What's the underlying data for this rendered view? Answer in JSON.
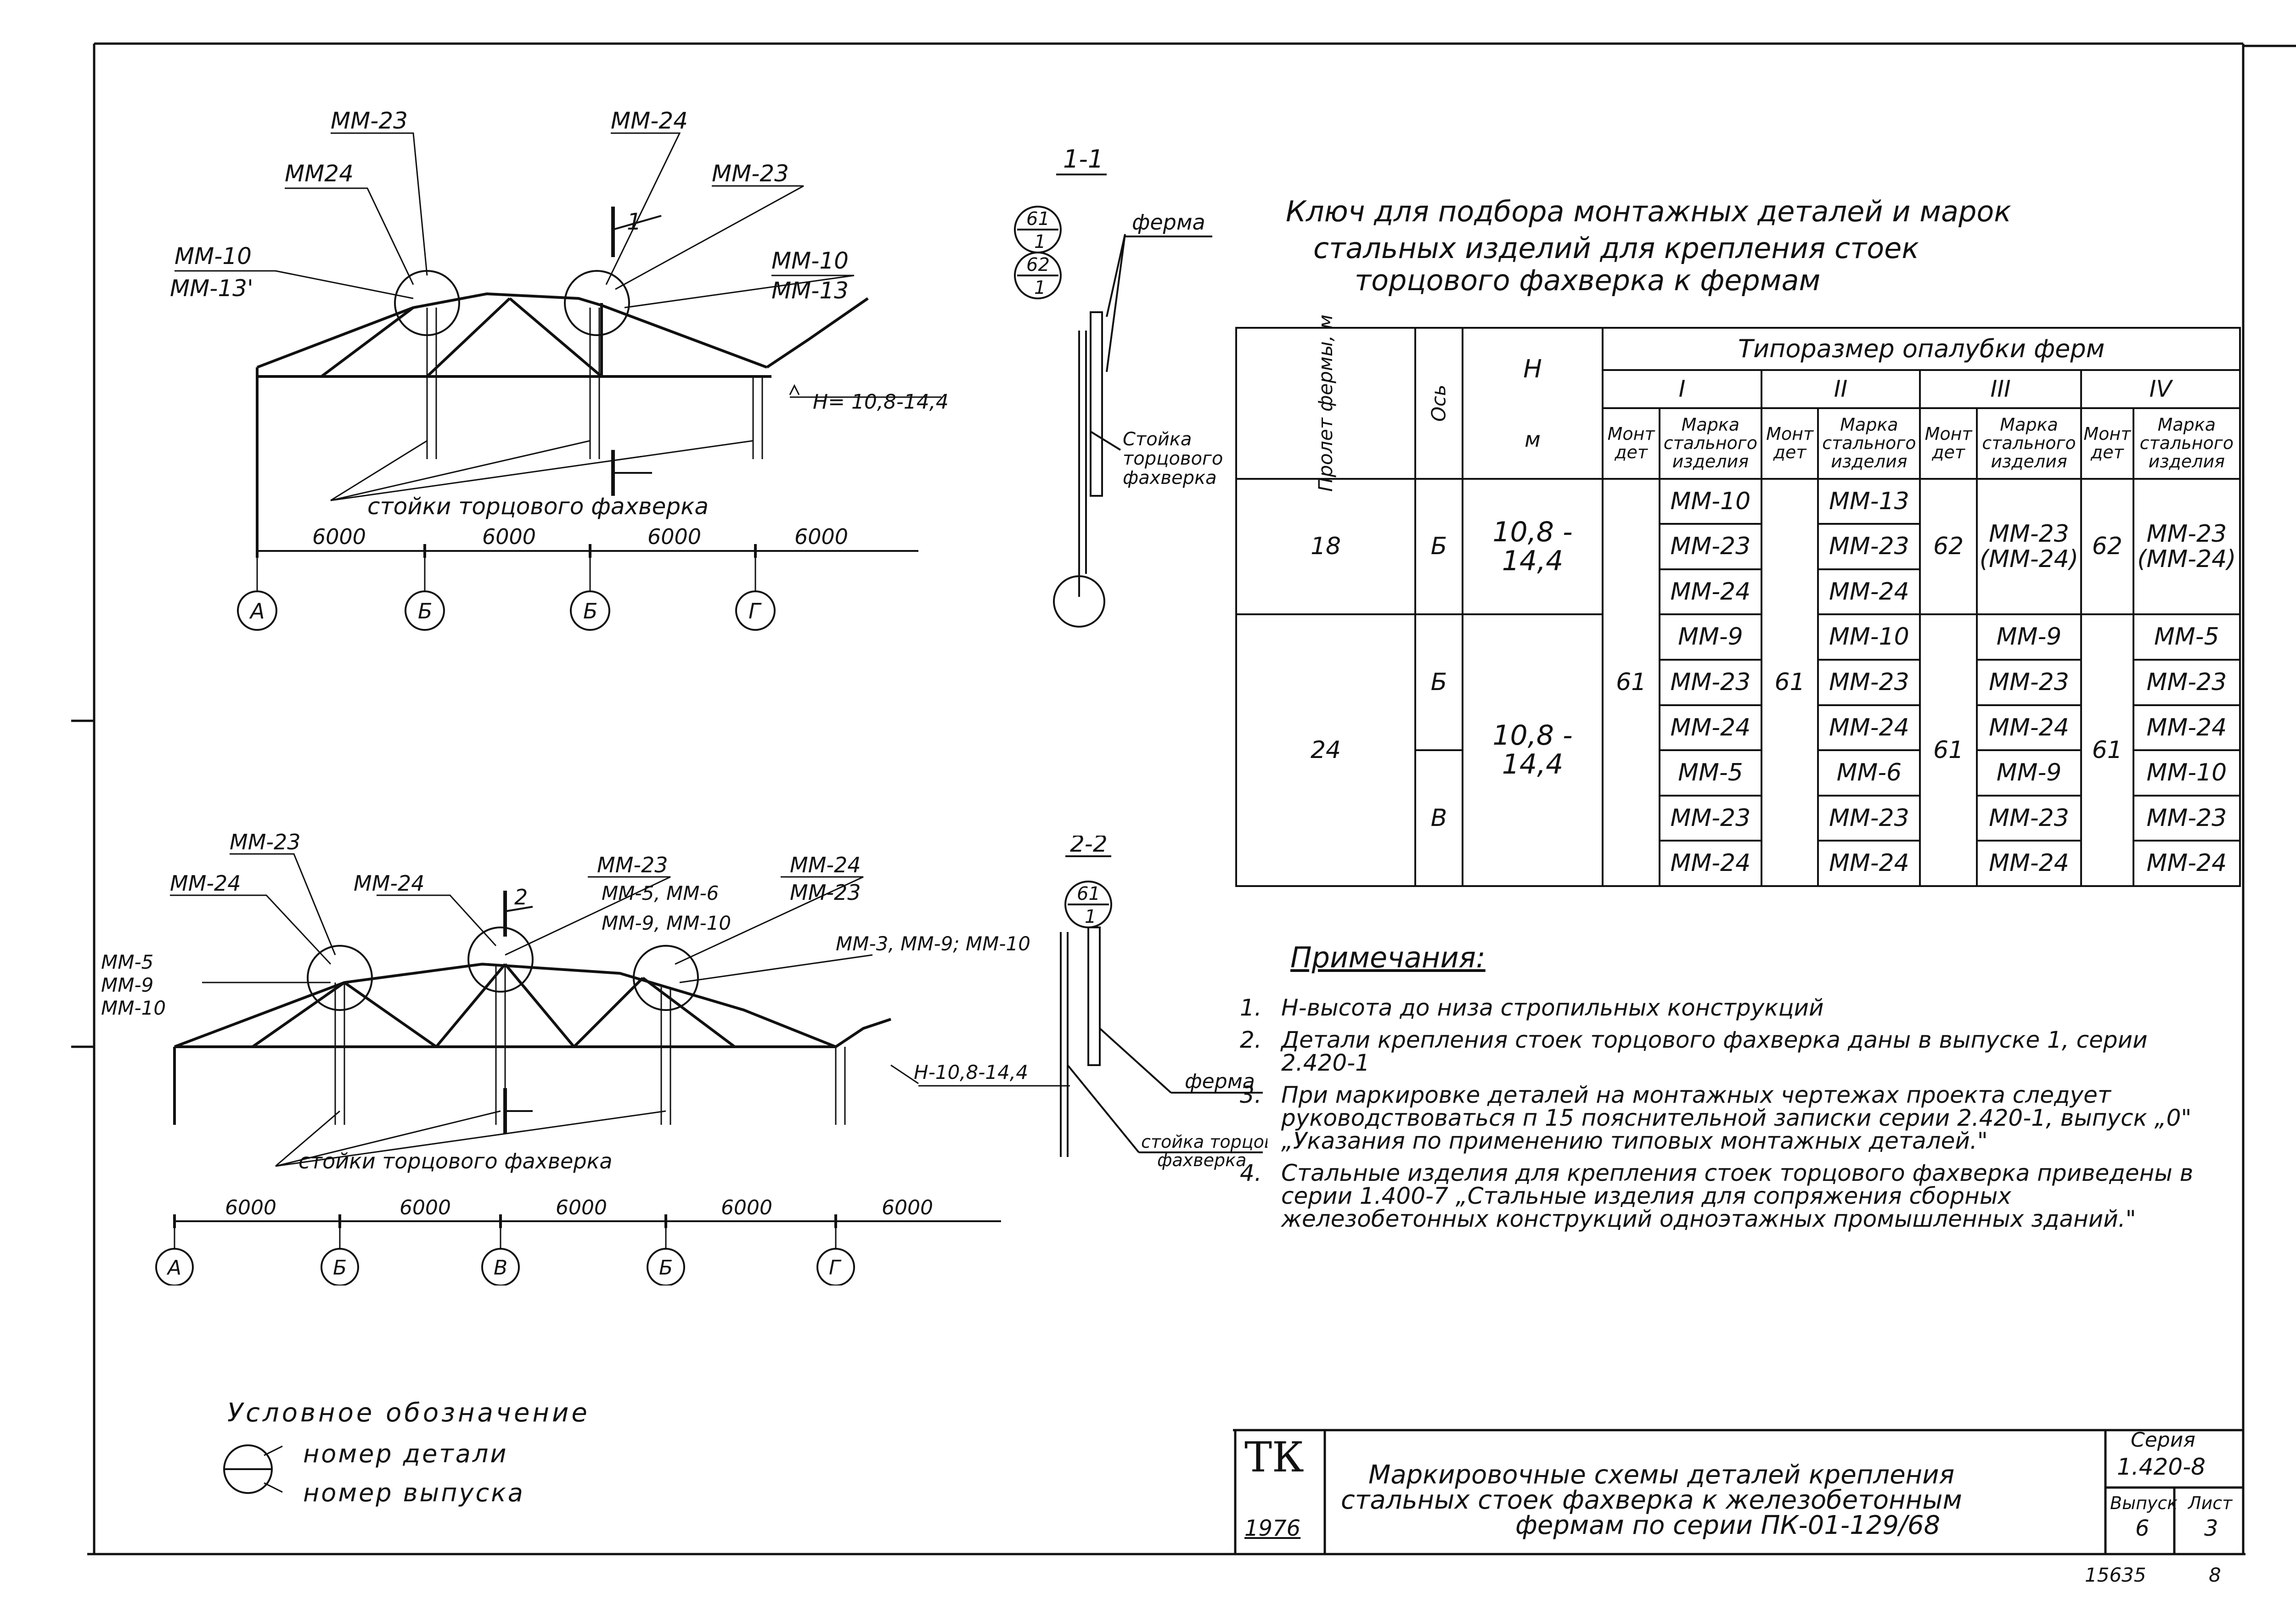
{
  "key_title": {
    "line1": "Ключ для подбора монтажных деталей и марок",
    "line2": "стальных изделий для крепления стоек",
    "line3": "торцового фахверка к фермам"
  },
  "top_diagram": {
    "labels": {
      "mm23_a": "ММ-23",
      "mm24_a": "ММ24",
      "mm10_a": "ММ-10",
      "mm13_a": "ММ-13'",
      "mm24_b": "ММ-24",
      "mm23_b": "ММ-23",
      "mm10_b": "ММ-10",
      "mm13_b": "ММ-13",
      "section_mark": "1",
      "h_label": "Н= 10,8-14,4",
      "posts": "стойки торцового фахверка"
    },
    "dims": [
      "6000",
      "6000",
      "6000",
      "6000"
    ],
    "axes": [
      "А",
      "Б",
      "Б",
      "Г"
    ]
  },
  "section_1_1": {
    "title": "1-1",
    "badge1": {
      "top": "61",
      "bottom": "1"
    },
    "badge2": {
      "top": "62",
      "bottom": "1"
    },
    "ferma": "ферма",
    "post": [
      "Стойка",
      "торцового",
      "фахверка"
    ]
  },
  "bottom_diagram": {
    "labels": {
      "mm23_a": "ММ-23",
      "mm24_a": "ММ-24",
      "mm24_b": "ММ-24",
      "mm23_b": "ММ-23",
      "mm5_mm6": "ММ-5, ММ-6",
      "mm9_mm10": "ММ-9, ММ-10",
      "mm24_c": "ММ-24",
      "mm23_c": "ММ-23",
      "mm3_mm9_mm10": "ММ-3, ММ-9; ММ-10",
      "left1": "ММ-5",
      "left2": "ММ-9",
      "left3": "ММ-10",
      "section_mark": "2",
      "h_label": "Н-10,8-14,4",
      "posts": "стойки торцового фахверка"
    },
    "dims": [
      "6000",
      "6000",
      "6000",
      "6000",
      "6000"
    ],
    "axes": [
      "А",
      "Б",
      "В",
      "Б",
      "Г"
    ]
  },
  "section_2_2": {
    "title": "2-2",
    "badge": {
      "top": "61",
      "bottom": "1"
    },
    "ferma": "ферма",
    "post": [
      "стойка торцового",
      "фахверка"
    ]
  },
  "table": {
    "header": {
      "span": "Пролет фермы, м",
      "axis": "Ось",
      "h": "Н",
      "h_unit": "м",
      "group": "Типоразмер опалубки ферм",
      "types": [
        "I",
        "II",
        "III",
        "IV"
      ],
      "mont": "Монт дет",
      "mark": "Марка стального изделия"
    },
    "rows18": {
      "span": "18",
      "axis": "Б",
      "h": "10,8 - 14,4",
      "I": [
        "ММ-10",
        "ММ-23",
        "ММ-24"
      ],
      "II": [
        "ММ-13",
        "ММ-23",
        "ММ-24"
      ],
      "III_mont": "62",
      "III": "ММ-23 (ММ-24)",
      "IV_mont": "62",
      "IV": "ММ-23 (ММ-24)"
    },
    "rows24": {
      "span": "24",
      "axis_b": "Б",
      "axis_v": "В",
      "h": "10,8 - 14,4",
      "I_mont": "61",
      "II_mont": "61",
      "III_mont": "61",
      "IV_mont": "61",
      "I": [
        "ММ-9",
        "ММ-23",
        "ММ-24",
        "ММ-5",
        "ММ-23",
        "ММ-24"
      ],
      "II": [
        "ММ-10",
        "ММ-23",
        "ММ-24",
        "ММ-6",
        "ММ-23",
        "ММ-24"
      ],
      "III": [
        "ММ-9",
        "ММ-23",
        "ММ-24",
        "ММ-9",
        "ММ-23",
        "ММ-24"
      ],
      "IV": [
        "ММ-5",
        "ММ-23",
        "ММ-24",
        "ММ-10",
        "ММ-23",
        "ММ-24"
      ]
    }
  },
  "notes": {
    "title": "Примечания:",
    "items": [
      {
        "n": "1.",
        "text": "Н-высота до низа стропильных конструкций"
      },
      {
        "n": "2.",
        "text": "Детали крепления стоек торцового фахверка даны в выпуске 1, серии 2.420-1"
      },
      {
        "n": "3.",
        "text": "При маркировке деталей на монтажных чертежах проекта следует руководствоваться п 15 пояснительной записки серии 2.420-1, выпуск „0\" „Указания по применению типовых монтажных деталей.\""
      },
      {
        "n": "4.",
        "text": "Стальные изделия для крепления стоек торцового фахверка приведены в серии 1.400-7 „Стальные изделия для сопряжения сборных железобетонных конструкций одноэтажных промышленных зданий.\""
      }
    ]
  },
  "legend": {
    "title": "Условное обозначение",
    "line1": "номер детали",
    "line2": "номер выпуска"
  },
  "title_block": {
    "logo": "ТК",
    "year": "1976",
    "text1": "Маркировочные схемы деталей крепления",
    "text2": "стальных стоек фахверка к железобетонным",
    "text3": "фермам по серии ПК-01-129/68",
    "seria_label": "Серия",
    "seria": "1.420-8",
    "vypusk_label": "Выпуск",
    "vypusk": "6",
    "list_label": "Лист",
    "list": "3"
  },
  "footer": {
    "code": "15635",
    "page": "8"
  }
}
